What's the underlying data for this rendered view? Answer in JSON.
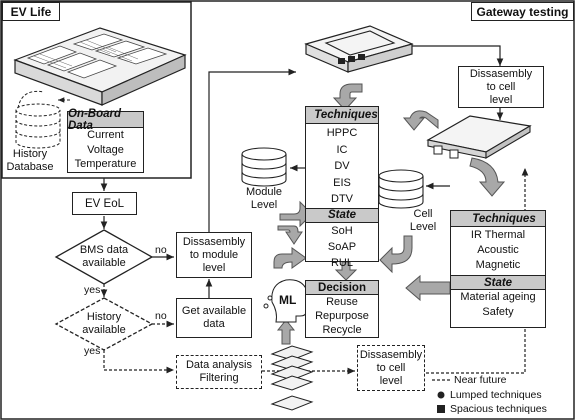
{
  "panels": {
    "ev_life": "EV Life",
    "gateway": "Gateway testing"
  },
  "onboard": {
    "title": "On-Board Data",
    "items": [
      "Current",
      "Voltage",
      "Temperature"
    ]
  },
  "history_db": [
    "History",
    "Database"
  ],
  "ev_eol": "EV EoL",
  "decisions": {
    "bms": [
      "BMS data",
      "available"
    ],
    "history": [
      "History",
      "available"
    ],
    "yes": "yes",
    "no": "no"
  },
  "dis_module": [
    "Dissasembly",
    "to module",
    "level"
  ],
  "get_data": [
    "Get available",
    "data"
  ],
  "data_analysis": [
    "Data analysis",
    "Filtering"
  ],
  "dis_cell_bottom": [
    "Dissasembly",
    "to cell",
    "level"
  ],
  "dis_cell_top": [
    "Dissasembly",
    "to cell",
    "level"
  ],
  "module_level": [
    "Module",
    "Level"
  ],
  "cell_level": [
    "Cell",
    "Level"
  ],
  "center": {
    "techniques_title": "Techniques",
    "techniques": [
      "HPPC",
      "IC",
      "DV",
      "EIS",
      "DTV"
    ],
    "state_title": "State",
    "states": [
      "SoH",
      "SoAP",
      "RUL"
    ]
  },
  "decision": {
    "title": "Decision",
    "items": [
      "Reuse",
      "Repurpose",
      "Recycle"
    ]
  },
  "right": {
    "techniques_title": "Techniques",
    "techniques": [
      "IR Thermal",
      "Acoustic",
      "Magnetic"
    ],
    "state_title": "State",
    "states": [
      "Material ageing",
      "Safety"
    ]
  },
  "ml": "ML",
  "legend": {
    "near_future": "Near future",
    "lumped": "Lumped techniques",
    "spacious": "Spacious techniques"
  },
  "colors": {
    "header_fill": "#c9c9c9",
    "arrow_fill": "#a8a8a8",
    "line": "#222222"
  }
}
